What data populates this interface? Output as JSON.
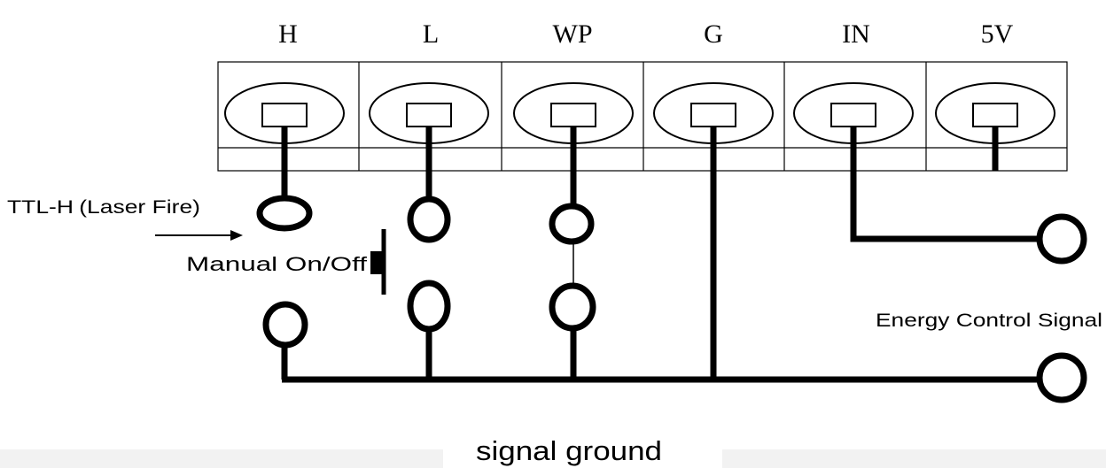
{
  "terminals": [
    {
      "label": "H"
    },
    {
      "label": "L"
    },
    {
      "label": "WP"
    },
    {
      "label": "G"
    },
    {
      "label": "IN"
    },
    {
      "label": "5V"
    }
  ],
  "annotations": {
    "ttl_prefix": "TTL-H",
    "ttl_suffix": "(Laser Fire)",
    "manual": "Manual On/Off",
    "energy": "Energy Control Signal",
    "ground": "signal ground"
  }
}
